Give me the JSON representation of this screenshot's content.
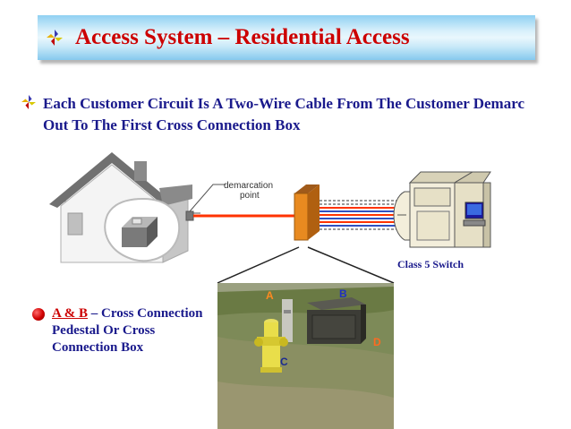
{
  "title": "Access System – Residential Access",
  "main_bullet": "Each Customer Circuit Is A Two-Wire Cable From The Customer Demarc Out To The First Cross Connection Box",
  "diagram": {
    "demarcation_label_line1": "demarcation",
    "demarcation_label_line2": "point",
    "switch_label": "Class 5 Switch"
  },
  "side_bullet": {
    "ab": "A & B",
    "rest": " – Cross Connection Pedestal Or Cross Connection Box"
  },
  "photo": {
    "label_a": "A",
    "label_b": "B",
    "label_c": "C",
    "label_d": "D"
  },
  "colors": {
    "title_red": "#cc0000",
    "text_navy": "#1a1a8c",
    "wire_red": "#ff3300",
    "bullet_red": "#d00000"
  },
  "icons": [
    "pinwheel-bullet-icon",
    "house-icon",
    "cross-box-icon",
    "class5-switch-icon",
    "red-dot-bullet-icon"
  ]
}
